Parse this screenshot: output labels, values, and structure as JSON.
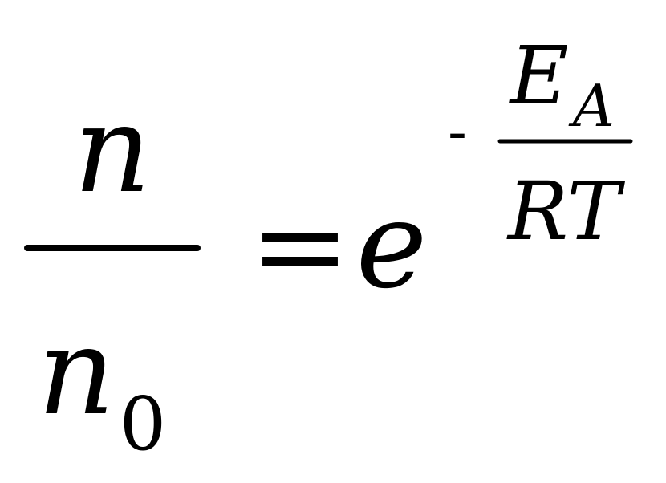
{
  "equation": {
    "left_fraction": {
      "numerator": "n",
      "denominator_base": "n",
      "denominator_subscript": "0"
    },
    "equals_sign": "=",
    "exponential_base": "e",
    "exponent": {
      "sign": "-",
      "numerator_base": "E",
      "numerator_subscript": "A",
      "denominator": "RT"
    }
  }
}
